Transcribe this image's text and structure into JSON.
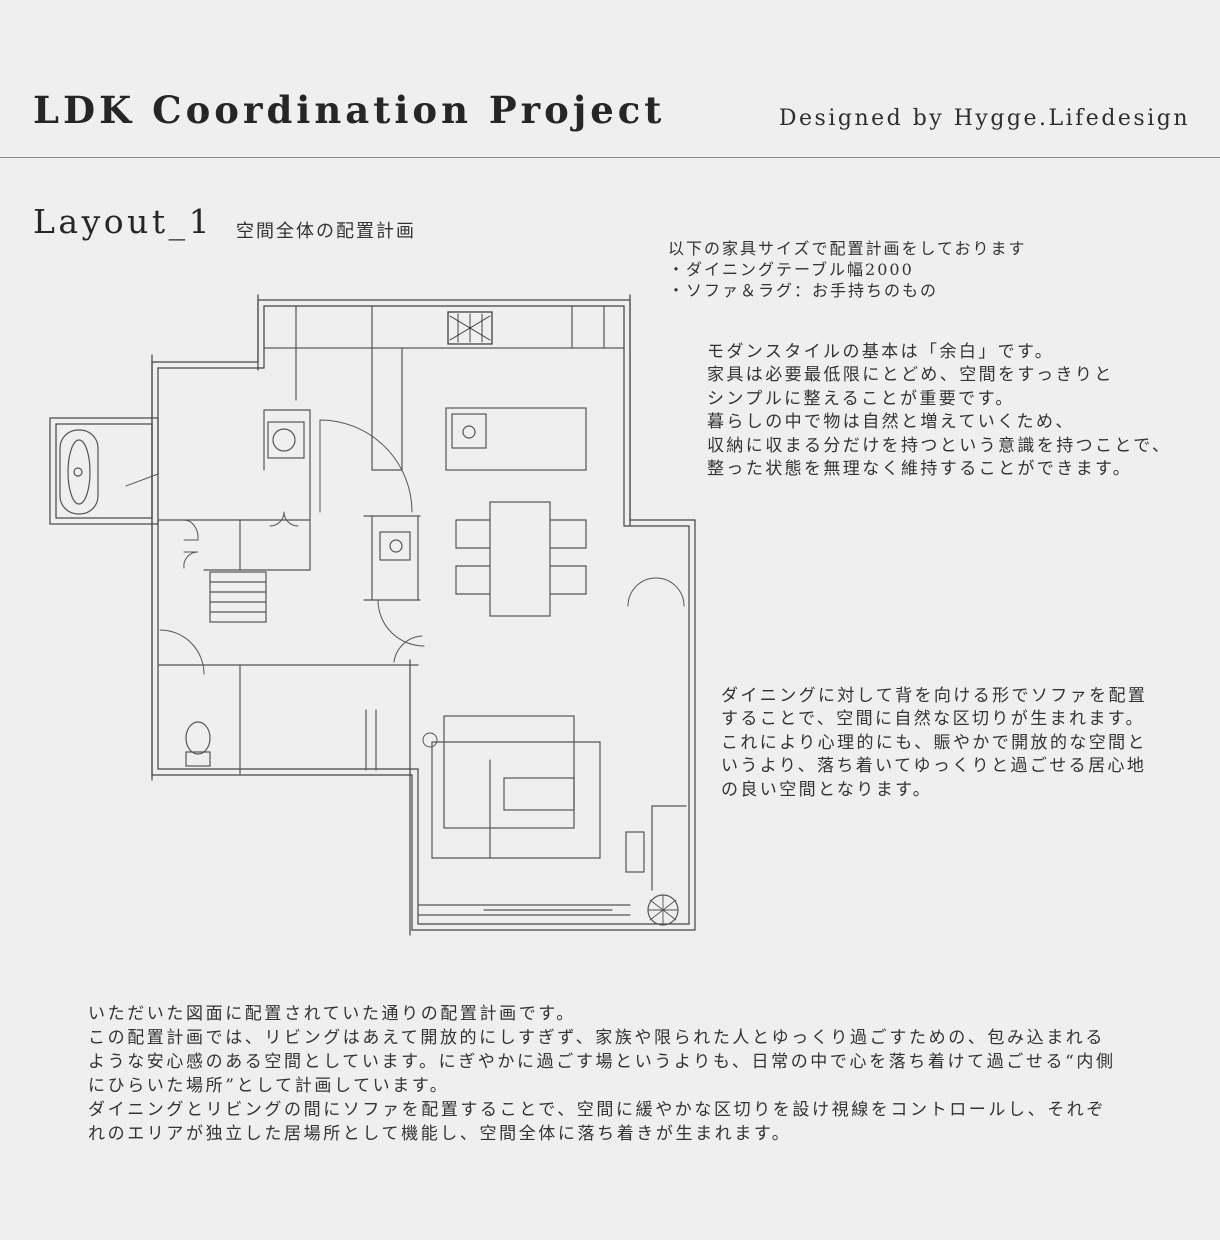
{
  "header": {
    "title": "LDK Coordination Project",
    "credit": "Designed by Hygge.Lifedesign"
  },
  "section": {
    "title": "Layout_1",
    "subtitle": "空間全体の配置計画"
  },
  "furniture_note": {
    "lines": [
      "以下の家具サイズで配置計画をしております",
      "・ダイニングテーブル幅2000",
      "・ソファ＆ラグ：お手持ちのもの"
    ]
  },
  "paragraph_modern": {
    "lines": [
      "モダンスタイルの基本は「余白」です。",
      "家具は必要最低限にとどめ、空間をすっきりと",
      "シンプルに整えることが重要です。",
      "暮らしの中で物は自然と増えていくため、",
      "収納に収まる分だけを持つという意識を持つことで、",
      "整った状態を無理なく維持することができます。"
    ]
  },
  "paragraph_sofa": {
    "lines": [
      "ダイニングに対して背を向ける形でソファを配置",
      "することで、空間に自然な区切りが生まれます。",
      "これにより心理的にも、賑やかで開放的な空間と",
      "いうより、落ち着いてゆっくりと過ごせる居心地",
      "の良い空間となります。"
    ]
  },
  "summary": {
    "lines": [
      "いただいた図面に配置されていた通りの配置計画です。",
      "この配置計画では、リビングはあえて開放的にしすぎず、家族や限られた人とゆっくり過ごすための、包み込まれる",
      "ような安心感のある空間としています。にぎやかに過ごす場というよりも、日常の中で心を落ち着けて過ごせる“内側",
      "にひらいた場所”として計画しています。",
      "ダイニングとリビングの間にソファを配置することで、空間に緩やかな区切りを設け視線をコントロールし、それぞ",
      "れのエリアが独立した居場所として機能し、空間全体に落ち着きが生まれます。"
    ]
  }
}
